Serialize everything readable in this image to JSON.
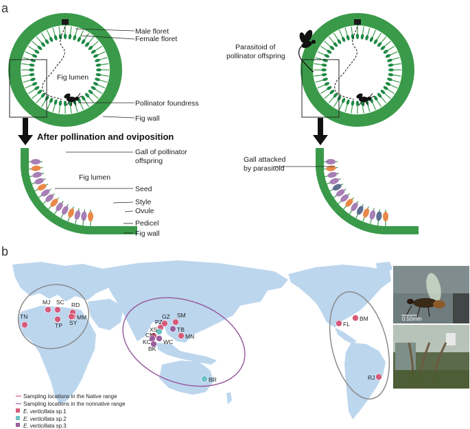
{
  "panel_a": {
    "letter": "a",
    "heading": "After pollination and oviposition",
    "left_fig": {
      "male_floret": "Male floret",
      "female_floret": "Female floret",
      "lumen": "Fig lumen",
      "pollinator_foundress": "Pollinator foundress",
      "fig_wall": "Fig wall"
    },
    "left_detail": {
      "gall_line1": "Gall of pollinator",
      "gall_line2": "offspring",
      "lumen": "Fig lumen",
      "seed": "Seed",
      "style": "Style",
      "ovule": "Ovule",
      "pedicel": "Pedicel",
      "fig_wall": "Fig wall"
    },
    "right_fig": {
      "parasitoid_line1": "Parasitoid of",
      "parasitoid_line2": "pollinator offspring"
    },
    "right_detail": {
      "gall_line1": "Gall attacked",
      "gall_line2": "by parasitoid"
    },
    "colors": {
      "fig_green": "#3a9a4a",
      "gall_purple": "#a77fb5",
      "seed_orange": "#e8894a",
      "attacked_gall": "#5e6f8f",
      "ovule_green": "#1f8a45"
    }
  },
  "panel_b": {
    "letter": "b",
    "sites": [
      {
        "code": "TN",
        "species": 1
      },
      {
        "code": "MJ",
        "species": 1
      },
      {
        "code": "SC",
        "species": 1
      },
      {
        "code": "RD",
        "species": 1
      },
      {
        "code": "MM",
        "species": 1
      },
      {
        "code": "TP",
        "species": 1
      },
      {
        "code": "SY",
        "species": 1
      },
      {
        "code": "PZ",
        "species": 1
      },
      {
        "code": "GZ",
        "species": 1
      },
      {
        "code": "SM",
        "species": 1
      },
      {
        "code": "XS",
        "species": 2
      },
      {
        "code": "TB",
        "species": 3
      },
      {
        "code": "CM",
        "species": 1
      },
      {
        "code": "KC",
        "species": 3
      },
      {
        "code": "WC",
        "species": 3
      },
      {
        "code": "MN",
        "species": 1
      },
      {
        "code": "BK",
        "species": 3
      },
      {
        "code": "BR",
        "species": 2
      },
      {
        "code": "FL",
        "species": 1
      },
      {
        "code": "BM",
        "species": 1
      },
      {
        "code": "RJ",
        "species": 1
      }
    ],
    "legend": {
      "native": "Sampling locations in the Native range",
      "nonnative": "Sampling locations in the nonnative range",
      "sp1": "E. verticillata sp.1",
      "sp2": "E. verticillata sp.2",
      "sp3": "E. verticillata sp.3",
      "sp_genus": "E. verticillata",
      "sp1_suffix": "sp.1",
      "sp2_suffix": "sp.2",
      "sp3_suffix": "sp.3"
    },
    "photo_scale": "0.50mm",
    "colors": {
      "ocean": "#ffffff",
      "land": "#bcd6ee",
      "sp1": "#d75a7a",
      "sp2": "#6cc2c4",
      "sp3": "#9b5fa0",
      "native_ring": "#9b5fa0",
      "nonnative_ring": "#8a8a8a"
    }
  }
}
